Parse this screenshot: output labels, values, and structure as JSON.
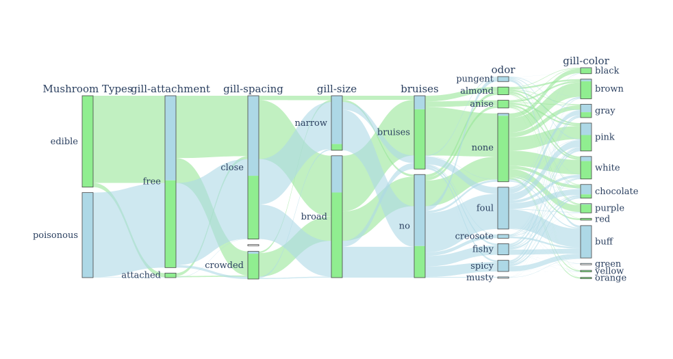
{
  "colors": {
    "edible": "#90ee90",
    "poisonous": "#add8e6",
    "edible_band": "#98e698",
    "poisonous_band": "#add8e6",
    "outline": "#444444"
  },
  "chart_data": {
    "type": "parallel_categories",
    "color_groups": [
      "edible",
      "poisonous"
    ],
    "dimensions": [
      {
        "key": "type",
        "title": "Mushroom Types",
        "categories": [
          {
            "label": "edible",
            "edible": 4208,
            "poisonous": 0
          },
          {
            "label": "poisonous",
            "edible": 0,
            "poisonous": 3916
          }
        ]
      },
      {
        "key": "gill_attachment",
        "title": "gill-attachment",
        "categories": [
          {
            "label": "free",
            "edible": 4016,
            "poisonous": 3898
          },
          {
            "label": "attached",
            "edible": 192,
            "poisonous": 18
          }
        ]
      },
      {
        "key": "gill_spacing",
        "title": "gill-spacing",
        "categories": [
          {
            "label": "close",
            "edible": 3008,
            "poisonous": 3804
          },
          {
            "label": "",
            "edible": 0,
            "poisonous": 0
          },
          {
            "label": "crowded",
            "edible": 1200,
            "poisonous": 112
          }
        ]
      },
      {
        "key": "gill_size",
        "title": "gill-size",
        "categories": [
          {
            "label": "narrow",
            "edible": 288,
            "poisonous": 2224
          },
          {
            "label": "broad",
            "edible": 3920,
            "poisonous": 1692
          }
        ]
      },
      {
        "key": "bruises",
        "title": "bruises",
        "categories": [
          {
            "label": "bruises",
            "edible": 2752,
            "poisonous": 624
          },
          {
            "label": "no",
            "edible": 1456,
            "poisonous": 3292
          }
        ]
      },
      {
        "key": "odor",
        "title": "odor",
        "categories": [
          {
            "label": "pungent",
            "edible": 0,
            "poisonous": 256
          },
          {
            "label": "almond",
            "edible": 400,
            "poisonous": 0
          },
          {
            "label": "anise",
            "edible": 400,
            "poisonous": 0
          },
          {
            "label": "none",
            "edible": 3408,
            "poisonous": 120
          },
          {
            "label": "foul",
            "edible": 0,
            "poisonous": 2160
          },
          {
            "label": "creosote",
            "edible": 0,
            "poisonous": 192
          },
          {
            "label": "fishy",
            "edible": 0,
            "poisonous": 576
          },
          {
            "label": "spicy",
            "edible": 0,
            "poisonous": 576
          },
          {
            "label": "musty",
            "edible": 0,
            "poisonous": 36
          }
        ]
      },
      {
        "key": "gill_color",
        "title": "gill-color",
        "categories": [
          {
            "label": "black",
            "edible": 288,
            "poisonous": 32
          },
          {
            "label": "brown",
            "edible": 936,
            "poisonous": 112
          },
          {
            "label": "gray",
            "edible": 288,
            "poisonous": 424
          },
          {
            "label": "pink",
            "edible": 852,
            "poisonous": 640
          },
          {
            "label": "white",
            "edible": 956,
            "poisonous": 246
          },
          {
            "label": "chocolate",
            "edible": 204,
            "poisonous": 528
          },
          {
            "label": "purple",
            "edible": 444,
            "poisonous": 48
          },
          {
            "label": "red",
            "edible": 96,
            "poisonous": 0
          },
          {
            "label": "buff",
            "edible": 0,
            "poisonous": 1728
          },
          {
            "label": "green",
            "edible": 0,
            "poisonous": 24
          },
          {
            "label": "yellow",
            "edible": 64,
            "poisonous": 22
          },
          {
            "label": "orange",
            "edible": 64,
            "poisonous": 0
          }
        ]
      }
    ]
  }
}
